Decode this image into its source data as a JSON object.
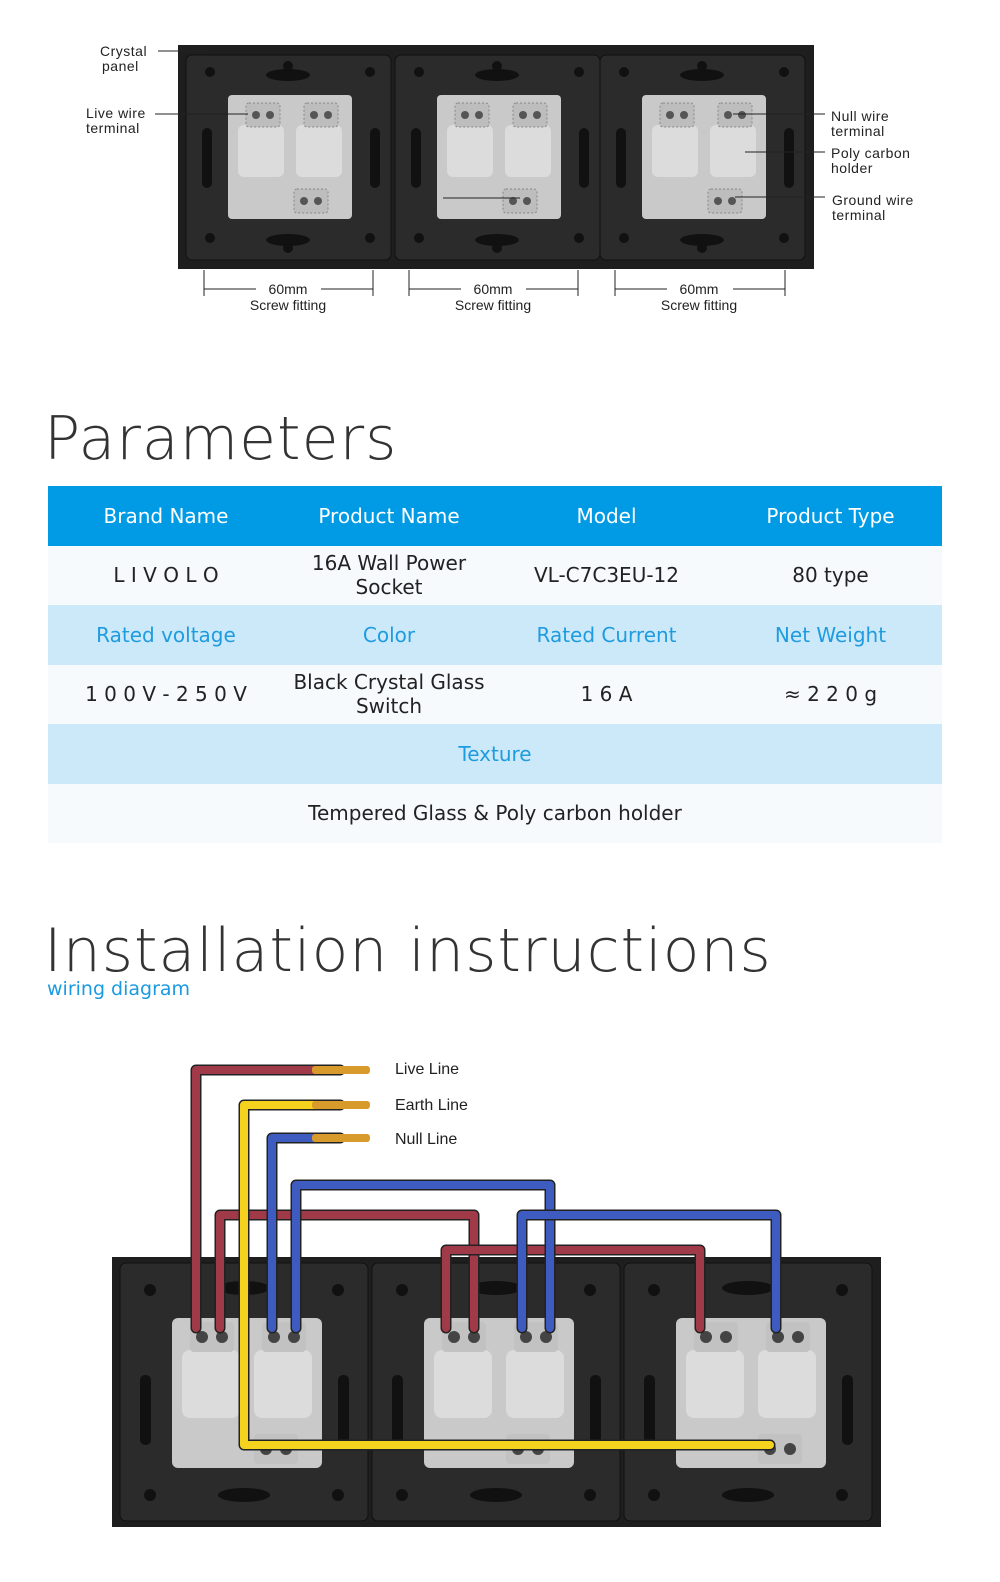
{
  "diagram": {
    "callouts": {
      "crystal_panel": [
        "Crystal",
        "panel"
      ],
      "live_wire_terminal": [
        "Live wire",
        "terminal"
      ],
      "null_wire_terminal": [
        "Null wire",
        "terminal"
      ],
      "poly_carbon_holder": [
        "Poly carbon",
        "holder"
      ],
      "ground_wire_terminal": [
        "Ground wire",
        "terminal"
      ]
    },
    "dimensions": [
      {
        "size": "60mm",
        "label": "Screw fitting"
      },
      {
        "size": "60mm",
        "label": "Screw fitting"
      },
      {
        "size": "60mm",
        "label": "Screw fitting"
      }
    ]
  },
  "parameters": {
    "title": "Parameters",
    "rows": [
      {
        "kind": "hdr",
        "cells": [
          "Brand Name",
          "Product Name",
          "Model",
          "Product Type"
        ]
      },
      {
        "kind": "val",
        "cells": [
          "L I V O L O",
          "16A Wall Power Socket",
          "VL-C7C3EU-12",
          "80 type"
        ]
      },
      {
        "kind": "lbl",
        "cells": [
          "Rated voltage",
          "Color",
          "Rated Current",
          "Net Weight"
        ]
      },
      {
        "kind": "val",
        "cells": [
          "1 0 0 V - 2 5 0 V",
          "Black Crystal Glass Switch",
          "1 6 A",
          "≈ 2 2 0 g"
        ]
      },
      {
        "kind": "lbl",
        "cells": [
          "Texture"
        ]
      },
      {
        "kind": "val",
        "cells": [
          "Tempered Glass & Poly carbon holder"
        ]
      }
    ]
  },
  "installation": {
    "title": "Installation instructions",
    "subtitle": "wiring diagram",
    "wires": [
      {
        "label": "Live Line",
        "color": "#a03a48"
      },
      {
        "label": "Earth Line",
        "color": "#f5d21e"
      },
      {
        "label": "Null Line",
        "color": "#3e5bbf"
      }
    ]
  },
  "colors": {
    "accent": "#009be4",
    "label_row": "#cbe9f8",
    "panel": "#2b2b2b",
    "socket": "#c9c9c9"
  }
}
